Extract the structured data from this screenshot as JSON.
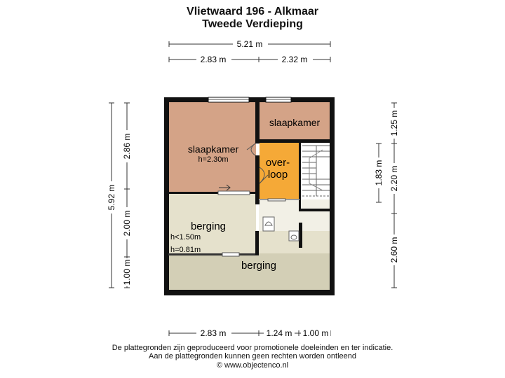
{
  "header": {
    "title": "Vlietwaard 196 - Alkmaar",
    "subtitle": "Tweede Verdieping"
  },
  "dimensions": {
    "top_total": "5.21 m",
    "top_left": "2.83 m",
    "top_right": "2.32 m",
    "left_total": "5.92 m",
    "left_upper": "2.86 m",
    "left_middle": "2.00 m",
    "left_lower": "1.00 m",
    "right_upper": "1.25 m",
    "right_stairs": "1.83 m",
    "right_middle": "2.20 m",
    "right_lower": "2.60 m",
    "bottom_left": "2.83 m",
    "bottom_middle": "1.24 m",
    "bottom_right": "1.00 m"
  },
  "rooms": {
    "slaapkamer_main": {
      "label": "slaapkamer",
      "height": "h=2.30m"
    },
    "slaapkamer_small": {
      "label": "slaapkamer"
    },
    "overloop": {
      "line1": "over-",
      "line2": "loop"
    },
    "berging_left": {
      "label": "berging",
      "height_1": "h<1.50m",
      "height_2": "h=0.81m"
    },
    "berging_bottom": {
      "label": "berging"
    }
  },
  "colors": {
    "bedroom": "#d4a387",
    "landing": "#f5a937",
    "storage": "#e5e1cc",
    "storage_dark": "#d3cfb6",
    "wall": "#111111"
  },
  "footer": {
    "line1": "De plattegronden zijn geproduceerd voor promotionele doeleinden en ter indicatie.",
    "line2": "Aan de plattegronden kunnen geen rechten worden ontleend",
    "line3": "© www.objectenco.nl"
  }
}
